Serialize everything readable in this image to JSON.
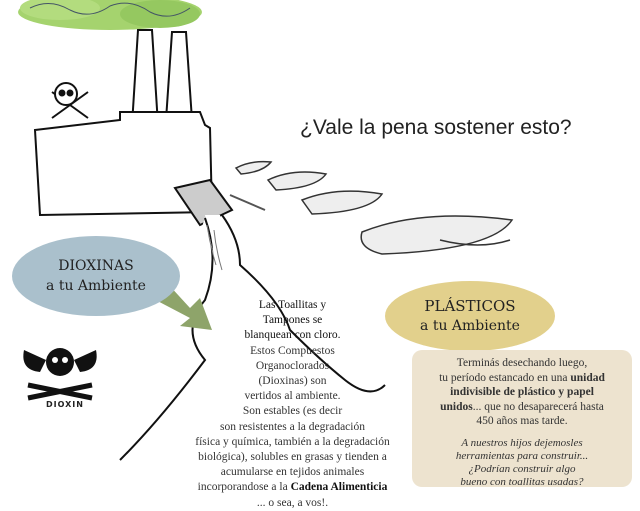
{
  "title": "¿Vale la pena sostener esto?",
  "dioxinas_bubble": {
    "line1": "DIOXINAS",
    "line2": "a tu Ambiente"
  },
  "plasticos_bubble": {
    "line1": "PLÁSTICOS",
    "line2": "a tu Ambiente"
  },
  "logo_label": "DIOXIN",
  "middle_text": {
    "l1": "Las Toallitas  y",
    "l2": "Tampones se",
    "l3": "blanquean con cloro.",
    "l4": "Estos Compuestos",
    "l5": "Organoclorados",
    "l6": "(Dioxinas) son",
    "l7": "vertidos al ambiente.",
    "l8": "Son estables (es decir",
    "l9": "son resistentes a la degradación",
    "l10": "física y química, también a la degradación",
    "l11": "biológica), solubles en grasas y tienden a",
    "l12": "acumularse en tejidos animales",
    "l13a": "incorporandose a la ",
    "l13b": "Cadena Alimenticia",
    "l14": "... o sea, a vos!."
  },
  "plastic_box": {
    "p1": "Terminás desechando luego,",
    "p2": "tu período estancado en una ",
    "p2b": "unidad",
    "p3": "indivisible de plástico y papel",
    "p4a": "unidos",
    "p4b": "... que no desaparecerá hasta",
    "p5": "450 años mas tarde.",
    "q1": "A nuestros hijos dejemosles",
    "q2": "herramientas para construir...",
    "q3": "¿Podrían construir algo",
    "q4": "bueno con toallitas usadas?"
  },
  "colors": {
    "smoke": "#9fcf6a",
    "blue": "#aac0cc",
    "yellow": "#e2d08c",
    "box": "#ede3cf",
    "arrow": "#8ea46a"
  }
}
